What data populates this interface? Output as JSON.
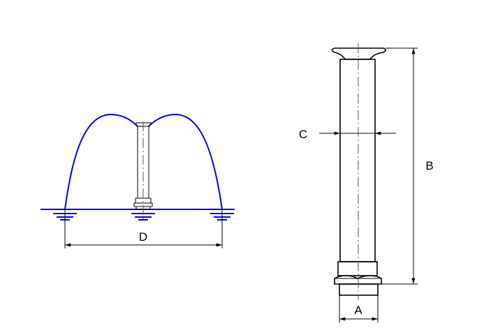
{
  "labels": {
    "A": "A",
    "B": "B",
    "C": "C",
    "D": "D"
  },
  "colors": {
    "water": "#0000ee",
    "lines": "#000000"
  }
}
